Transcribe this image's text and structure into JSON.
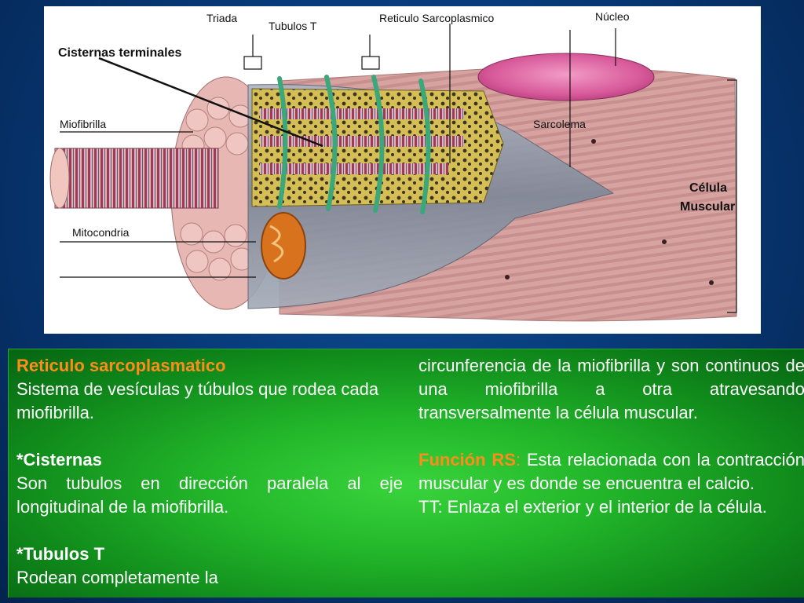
{
  "diagram": {
    "labels": {
      "triada": "Triada",
      "tubulos_t": "Tubulos T",
      "reticulo": "Reticulo Sarcoplasmico",
      "nucleo": "Núcleo",
      "cisternas": "Cisternas terminales",
      "miofibrilla": "Miofibrilla",
      "sarcolema": "Sarcolema",
      "celula_line1": "Célula",
      "celula_line2": "Muscular",
      "mitocondria": "Mitocondria"
    },
    "colors": {
      "nucleus": "#d85a9a",
      "cell": "#d9a0a0",
      "reticulum": "#c9b44f",
      "tubule": "#3aa87a",
      "sarcolemma": "#8f98a8",
      "mitochondria": "#d8721c"
    }
  },
  "text": {
    "left": {
      "h1": "Reticulo sarcoplasmatico",
      "p1": "Sistema de vesículas y túbulos que rodea cada miofibrilla.",
      "h2": "*Cisternas",
      "p2": "Son tubulos en dirección paralela al eje longitudinal de la miofibrilla.",
      "h3": "*Tubulos T",
      "p3": "Rodean completamente la"
    },
    "right": {
      "p1": "circunferencia de la miofibrilla y son continuos de una miofibrilla a otra atravesando transversalmente la célula muscular.",
      "h_funcion": "Función RS",
      "colon": ":",
      "p_funcion": " Esta relacionada con la contracción muscular y es donde se encuentra el calcio.",
      "p_tt": "TT: Enlaza el exterior y el interior de la célula."
    }
  }
}
